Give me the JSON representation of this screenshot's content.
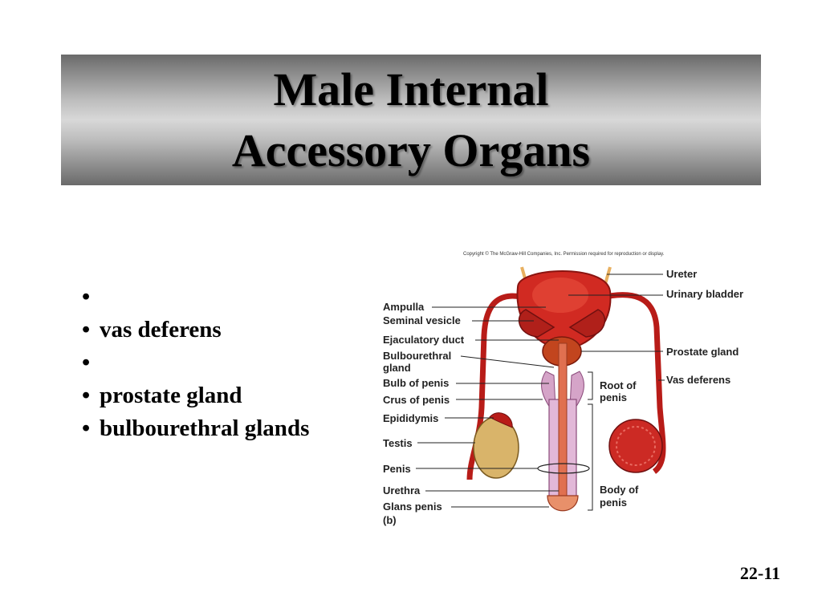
{
  "title": {
    "line1": "Male Internal",
    "line2": "Accessory Organs"
  },
  "bullets": [
    {
      "marker": "•",
      "text": ""
    },
    {
      "marker": "•",
      "text": "vas deferens"
    },
    {
      "marker": "•",
      "text": ""
    },
    {
      "marker": "•",
      "text": "prostate gland"
    },
    {
      "marker": "•",
      "text": "bulbourethral glands"
    }
  ],
  "figure": {
    "copyright": "Copyright © The McGraw-Hill Companies, Inc. Permission required for reproduction or display.",
    "labels_left": {
      "ampulla": "Ampulla",
      "seminal_vesicle": "Seminal vesicle",
      "ejaculatory_duct": "Ejaculatory duct",
      "bulbourethral_1": "Bulbourethral",
      "bulbourethral_2": "gland",
      "bulb_of_penis": "Bulb of penis",
      "crus_of_penis": "Crus of penis",
      "epididymis": "Epididymis",
      "testis": "Testis",
      "penis": "Penis",
      "urethra": "Urethra",
      "glans_penis": "Glans penis",
      "part": "(b)"
    },
    "labels_right": {
      "ureter": "Ureter",
      "urinary_bladder": "Urinary bladder",
      "prostate_gland": "Prostate gland",
      "vas_deferens": "Vas deferens",
      "root_1": "Root of",
      "root_2": "penis",
      "body_1": "Body of",
      "body_2": "penis"
    }
  },
  "slide_number": "22-11",
  "colors": {
    "title_bar_dark": "#6a6a6a",
    "title_bar_light": "#d8d8d8",
    "organ_red": "#c8201c",
    "testis_tan": "#d9b46a"
  }
}
